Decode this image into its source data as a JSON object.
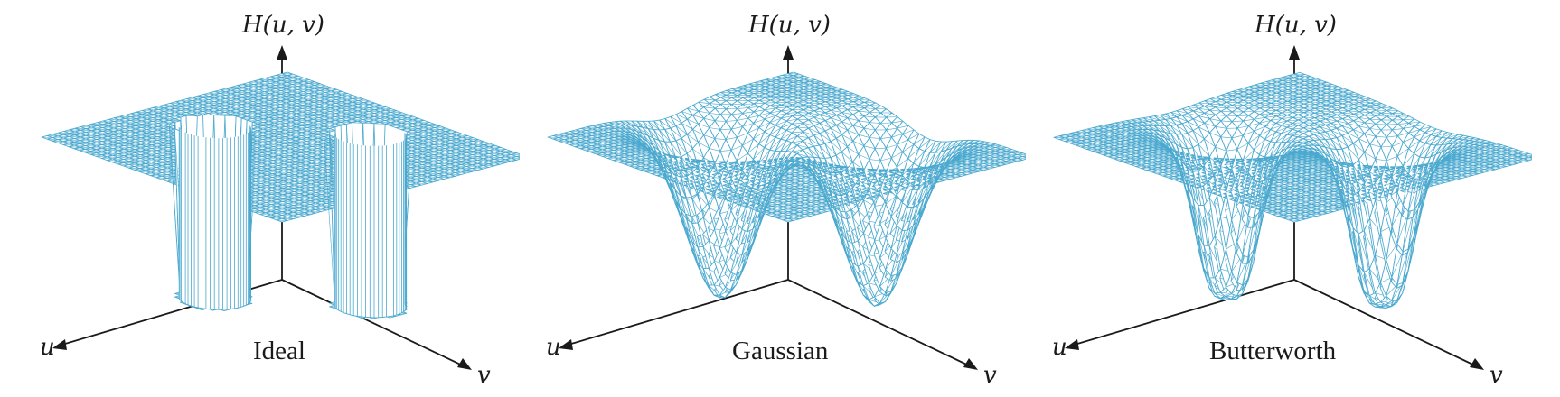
{
  "colors": {
    "mesh": "#4ba9cf",
    "axis": "#1a1a1a",
    "background": "#ffffff"
  },
  "panels": [
    {
      "filter": "ideal",
      "label": "Ideal",
      "axis_vertical": "H(u, v)",
      "axis_left": "u",
      "axis_right": "v"
    },
    {
      "filter": "gaussian",
      "label": "Gaussian",
      "axis_vertical": "H(u, v)",
      "axis_left": "u",
      "axis_right": "v"
    },
    {
      "filter": "butterworth",
      "label": "Butterworth",
      "axis_vertical": "H(u, v)",
      "axis_left": "u",
      "axis_right": "v"
    }
  ]
}
